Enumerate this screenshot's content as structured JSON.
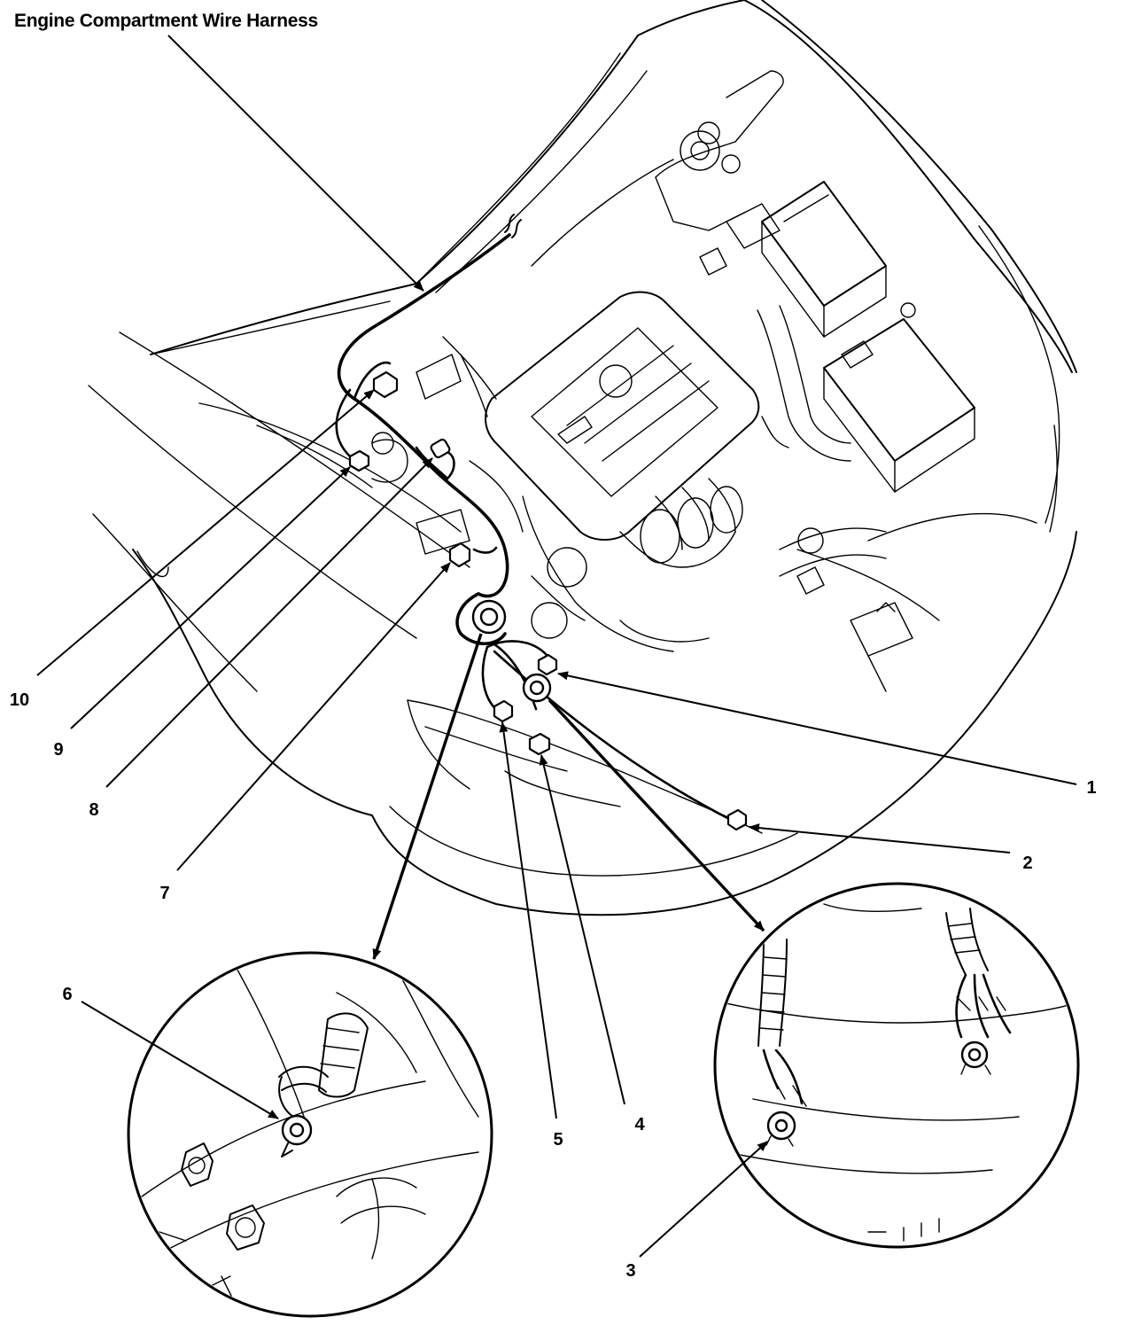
{
  "title": "Engine Compartment Wire Harness",
  "callouts": [
    {
      "id": "1",
      "label": "1"
    },
    {
      "id": "2",
      "label": "2"
    },
    {
      "id": "3",
      "label": "3"
    },
    {
      "id": "4",
      "label": "4"
    },
    {
      "id": "5",
      "label": "5"
    },
    {
      "id": "6",
      "label": "6"
    },
    {
      "id": "7",
      "label": "7"
    },
    {
      "id": "8",
      "label": "8"
    },
    {
      "id": "9",
      "label": "9"
    },
    {
      "id": "10",
      "label": "10"
    }
  ]
}
